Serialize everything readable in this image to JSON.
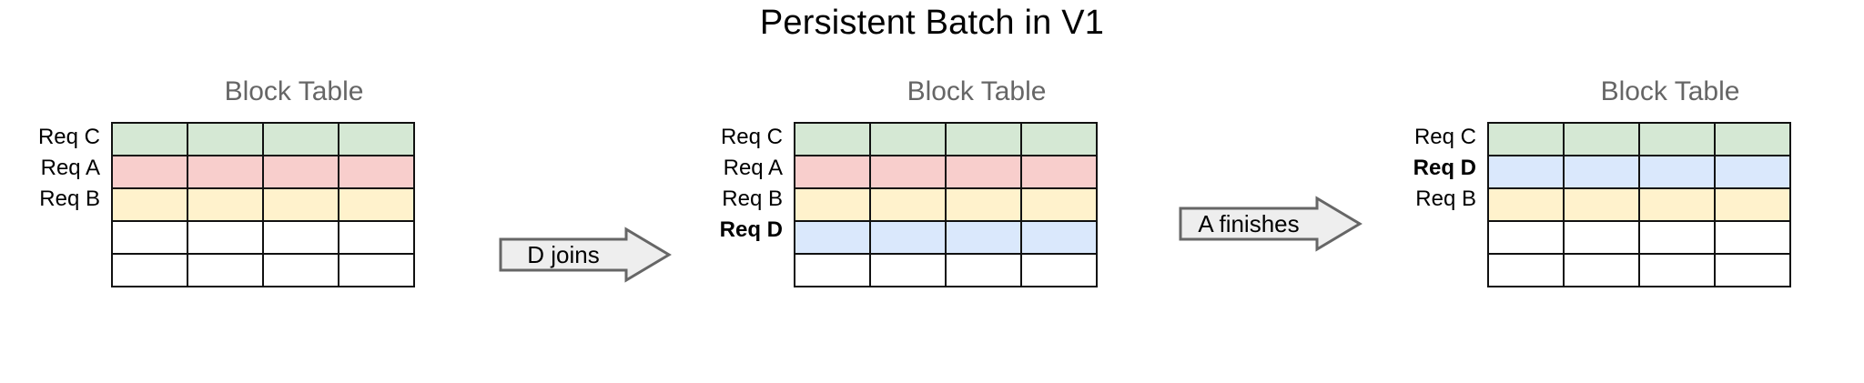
{
  "title": "Persistent Batch in V1",
  "colors": {
    "green": "#d5e8d4",
    "pink": "#f8cecc",
    "yellow": "#fff2cc",
    "blue": "#dae8fc",
    "empty": "#ffffff",
    "cell_border": "#111111",
    "caption_text": "#666666",
    "arrow_fill": "#eeeeee",
    "arrow_stroke": "#666666",
    "background": "#ffffff"
  },
  "panels": [
    {
      "caption": "Block Table",
      "columns": 4,
      "rows": [
        {
          "label": "Req C",
          "bold": false,
          "fill": "green"
        },
        {
          "label": "Req A",
          "bold": false,
          "fill": "pink"
        },
        {
          "label": "Req B",
          "bold": false,
          "fill": "yellow"
        },
        {
          "label": "",
          "bold": false,
          "fill": "empty"
        },
        {
          "label": "",
          "bold": false,
          "fill": "empty"
        }
      ]
    },
    {
      "caption": "Block Table",
      "columns": 4,
      "rows": [
        {
          "label": "Req C",
          "bold": false,
          "fill": "green"
        },
        {
          "label": "Req A",
          "bold": false,
          "fill": "pink"
        },
        {
          "label": "Req B",
          "bold": false,
          "fill": "yellow"
        },
        {
          "label": "Req D",
          "bold": true,
          "fill": "blue"
        },
        {
          "label": "",
          "bold": false,
          "fill": "empty"
        }
      ]
    },
    {
      "caption": "Block Table",
      "columns": 4,
      "rows": [
        {
          "label": "Req C",
          "bold": false,
          "fill": "green"
        },
        {
          "label": "Req D",
          "bold": true,
          "fill": "blue"
        },
        {
          "label": "Req B",
          "bold": false,
          "fill": "yellow"
        },
        {
          "label": "",
          "bold": false,
          "fill": "empty"
        },
        {
          "label": "",
          "bold": false,
          "fill": "empty"
        }
      ]
    }
  ],
  "arrows": [
    {
      "label": "D joins",
      "name": "arrow-d-joins"
    },
    {
      "label": "A finishes",
      "name": "arrow-a-finishes"
    }
  ]
}
